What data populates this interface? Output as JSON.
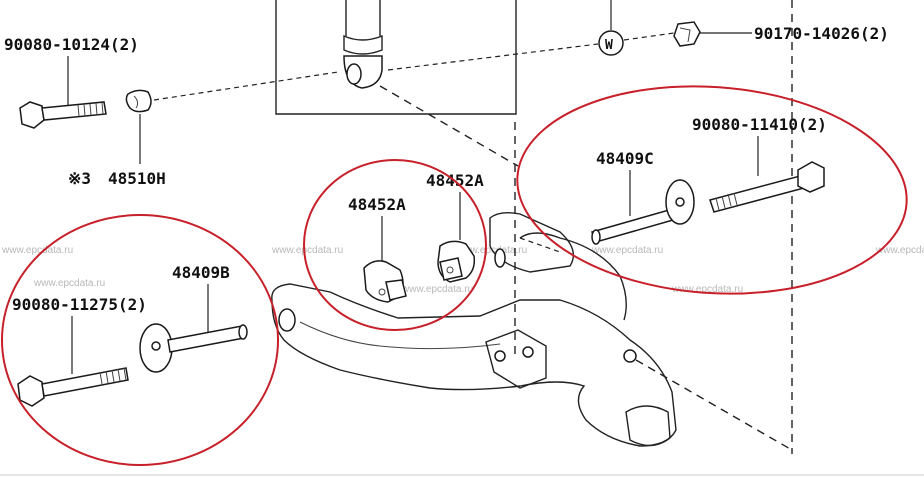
{
  "labels": {
    "bolt_upper_left": "90080-10124(2)",
    "nut_upper_right": "90170-14026(2)",
    "washer_symbol": "W",
    "bushing_note_mark": "※3",
    "bushing_part": "48510H",
    "cam_right_upper": "48409C",
    "bolt_right_upper": "90080-11410(2)",
    "cam_plate_a_left": "48452A",
    "cam_plate_a_right": "48452A",
    "cam_left_lower": "48409B",
    "bolt_left_lower": "90080-11275(2)"
  },
  "watermarks": [
    "www.epcdata.ru",
    "www.epcdata.ru",
    "www.epcdata.ru",
    "www.epcdata.ru",
    "www.epcdata.ru",
    "www.epcdata.ru",
    "www.epcdata.ru",
    "www.epcdata.ru"
  ],
  "colors": {
    "highlight_circle": "#c8202a",
    "line": "#222222",
    "watermark": "#b8b8b8"
  }
}
